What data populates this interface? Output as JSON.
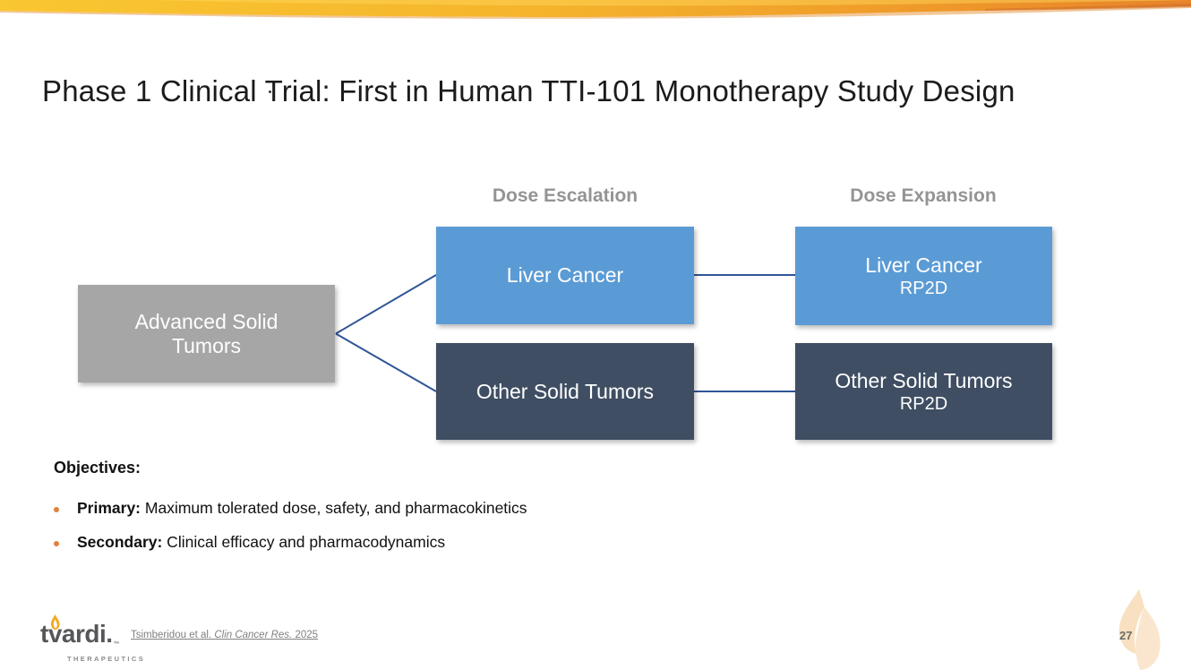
{
  "slide": {
    "title": "Phase 1 Clinical Trial: First in Human TTI-101 Monotherapy Study Design",
    "page_number": "27",
    "accent_colors": {
      "wave_yellow": "#F9C731",
      "wave_orange": "#E8832A",
      "watermark_flame": "#F8E2C4"
    }
  },
  "diagram": {
    "columns": [
      {
        "header": "Dose Escalation"
      },
      {
        "header": "Dose Expansion"
      }
    ],
    "source_box": {
      "label_line1": "Advanced Solid",
      "label_line2": "Tumors",
      "color": "#A6A6A6"
    },
    "escalation_boxes": [
      {
        "label": "Liver Cancer",
        "color": "#5B9BD5"
      },
      {
        "label": "Other Solid Tumors",
        "color": "#3F4E63"
      }
    ],
    "expansion_boxes": [
      {
        "label": "Liver Cancer",
        "sublabel": "RP2D",
        "color": "#5B9BD5"
      },
      {
        "label": "Other Solid Tumors",
        "sublabel": "RP2D",
        "color": "#3F4E63"
      }
    ],
    "connector_color": "#2F5597"
  },
  "objectives": {
    "heading": "Objectives:",
    "bullet_color": "#E0813C",
    "items": [
      {
        "lead": "Primary:",
        "text": " Maximum tolerated dose, safety, and pharmacokinetics"
      },
      {
        "lead": "Secondary:",
        "text": " Clinical efficacy and pharmacodynamics"
      }
    ]
  },
  "footer": {
    "logo": {
      "part1": "t",
      "part2": "v",
      "part3": "ardi.",
      "trademark": "™",
      "subtext": "THERAPEUTICS"
    },
    "citation": {
      "prefix": "Tsimberidou et al. ",
      "journal": "Clin Cancer Res.",
      "year": " 2025"
    }
  }
}
